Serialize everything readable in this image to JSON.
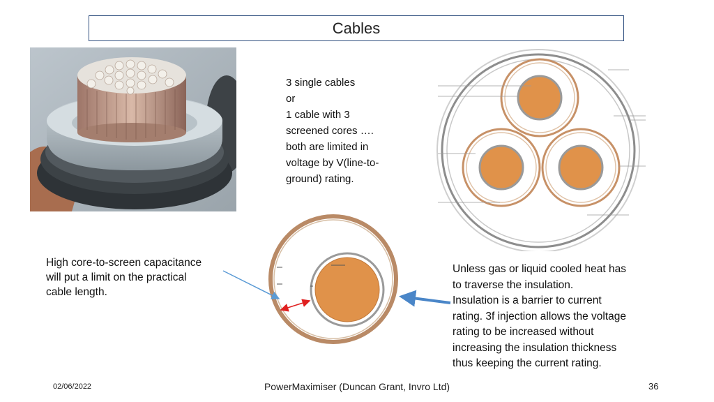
{
  "slide": {
    "title": "Cables"
  },
  "center_text": {
    "lines": [
      "3 single cables",
      "or",
      "1 cable with 3",
      "screened cores ….",
      "both are limited in",
      "voltage by V(line-to-",
      "ground) rating."
    ]
  },
  "left_text": {
    "lines": [
      "High core-to-screen capacitance",
      "will put a limit on the practical",
      "cable length."
    ]
  },
  "right_text": {
    "lines": [
      "Unless gas or liquid cooled heat has",
      "to traverse the insulation.",
      "Insulation is a barrier to current",
      "rating. 3f injection allows the voltage",
      "rating to be increased without",
      "increasing the insulation thickness",
      "thus keeping the current rating."
    ]
  },
  "colors": {
    "copper": "#e0924a",
    "copper_ring": "#c79167",
    "screen": "#a8a8a8",
    "left_arrow": "#5b9bd5",
    "right_arrow": "#4a86c8",
    "red_arrow": "#e02020",
    "title_border": "#2f4f7f"
  },
  "footer": {
    "date": "02/06/2022",
    "center": "PowerMaximiser  (Duncan Grant, Invro Ltd)",
    "page": "36"
  }
}
